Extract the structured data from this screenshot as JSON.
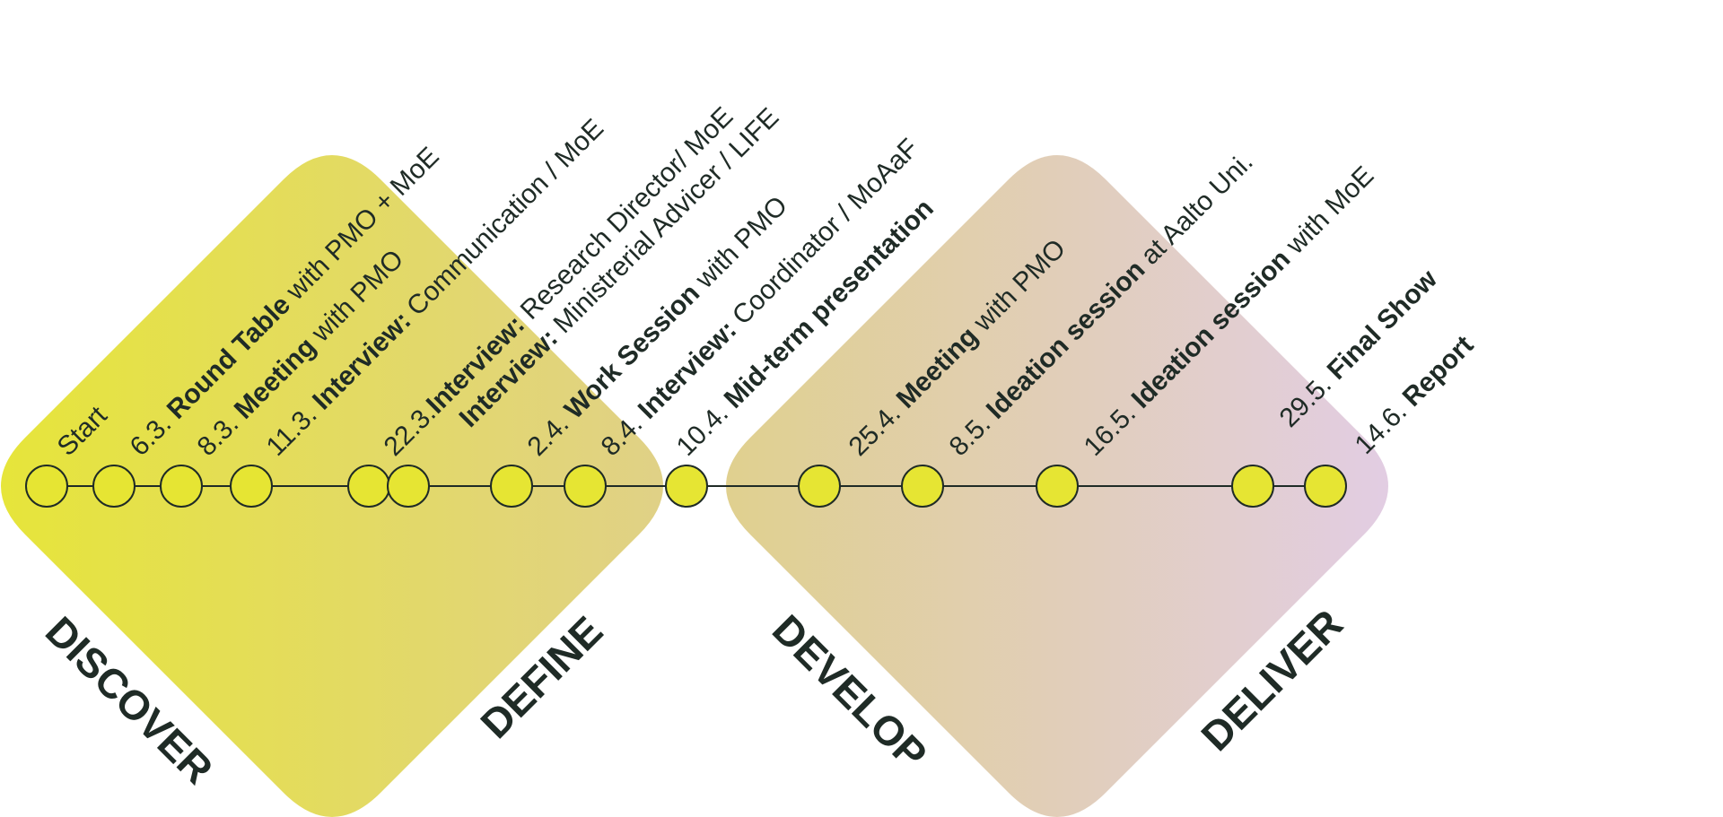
{
  "events": [
    {
      "date": "",
      "title": "Start",
      "rest": ""
    },
    {
      "date": "6.3. ",
      "title": "Round Table",
      "rest": " with PMO + MoE"
    },
    {
      "date": "8.3. ",
      "title": "Meeting",
      "rest": " with PMO"
    },
    {
      "date": "11.3. ",
      "title": "Interview:",
      "rest": " Communication / MoE"
    },
    {
      "date": "22.3.",
      "title": "Interview:",
      "rest": " Research Director/ MoE"
    },
    {
      "date": "",
      "title": "Interview:",
      "rest": " Ministrerial Advicer / LIFE"
    },
    {
      "date": "2.4. ",
      "title": "Work Session",
      "rest": " with PMO"
    },
    {
      "date": "8.4. ",
      "title": "Interview:",
      "rest": " Coordinator / MoAaF"
    },
    {
      "date": "10.4. ",
      "title": "Mid-term presentation",
      "rest": ""
    },
    {
      "date": "25.4. ",
      "title": "Meeting",
      "rest": " with PMO"
    },
    {
      "date": "8.5. ",
      "title": "Ideation session",
      "rest": " at Aalto Uni."
    },
    {
      "date": "16.5. ",
      "title": "Ideation session",
      "rest": " with MoE"
    },
    {
      "date": "29.5. ",
      "title": "Final Show",
      "rest": ""
    },
    {
      "date": "14.6. ",
      "title": "Report",
      "rest": ""
    }
  ],
  "phases": [
    "DISCOVER",
    "DEFINE",
    "DEVELOP",
    "DELIVER"
  ],
  "colors": {
    "node_fill": "#e6e533",
    "line": "#1f2b26",
    "diamond_start": "#e6e53a",
    "diamond_mid": "#e0d08a",
    "diamond_end": "#e2cde2"
  }
}
